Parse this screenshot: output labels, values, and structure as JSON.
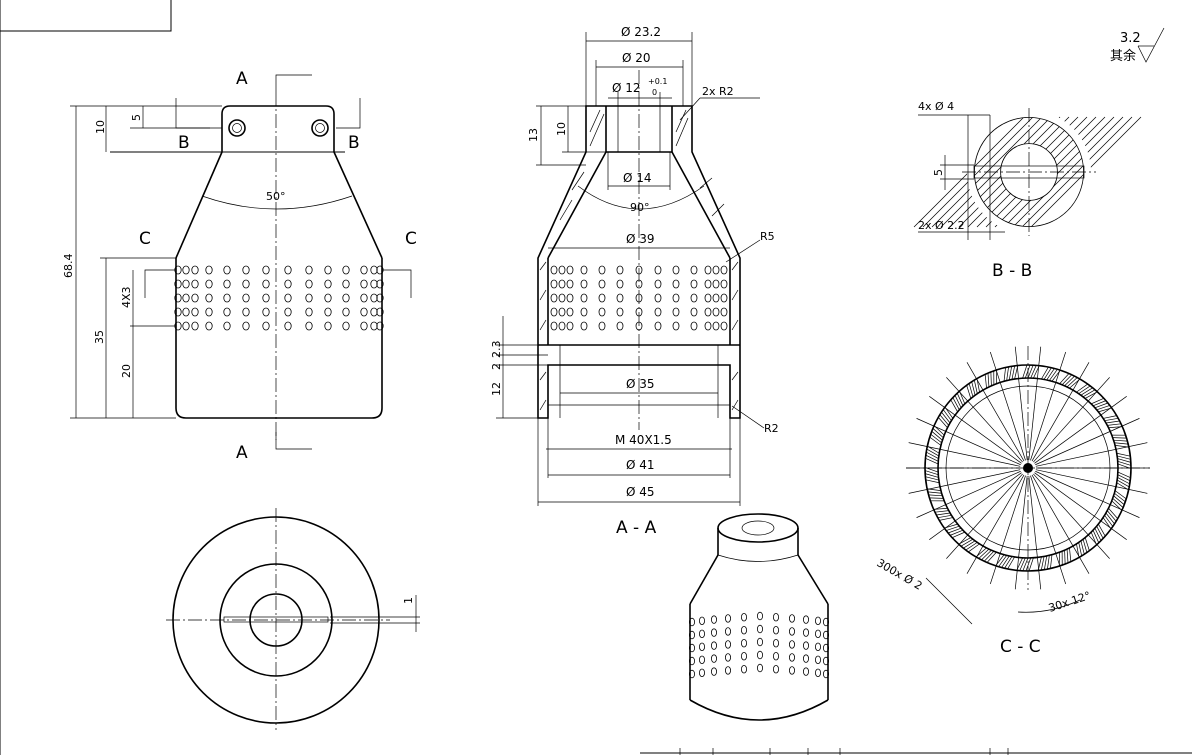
{
  "front_view": {
    "section_A_top": "A",
    "section_A_bottom": "A",
    "section_B_left": "B",
    "section_B_right": "B",
    "section_C_left": "C",
    "section_C_right": "C",
    "dim_5": "5",
    "dim_10": "10",
    "dim_angle": "50°",
    "dim_total": "68.4",
    "dim_35": "35",
    "dim_20": "20",
    "dim_pitch": "4X3"
  },
  "bottom_view": {
    "dim_slot": "1"
  },
  "section_aa": {
    "title": "A - A",
    "dia_outer_top": "Ø 23.2",
    "dia_20": "Ø 20",
    "dia_12": "Ø 12",
    "tol_upper": "+0.1",
    "tol_lower": "0",
    "chamfer": "2x R2",
    "dim_13": "13",
    "dim_10": "10",
    "dia_14": "Ø 14",
    "angle_90": "90°",
    "dia_39": "Ø 39",
    "r5": "R5",
    "dim_2_3": "2.3",
    "dim_2": "2",
    "dim_12": "12",
    "dia_35": "Ø 35",
    "r2": "R2",
    "thread": "M 40X1.5",
    "dia_41": "Ø 41",
    "dia_45": "Ø 45"
  },
  "section_bb": {
    "title": "B - B",
    "holes_4": "4x Ø 4",
    "dim_5": "5",
    "holes_2": "2x Ø 2.2"
  },
  "section_cc": {
    "title": "C - C",
    "holes_300": "300x Ø 2",
    "angle_pitch": "30x 12°"
  },
  "roughness": {
    "value": "3.2",
    "note": "其余"
  }
}
